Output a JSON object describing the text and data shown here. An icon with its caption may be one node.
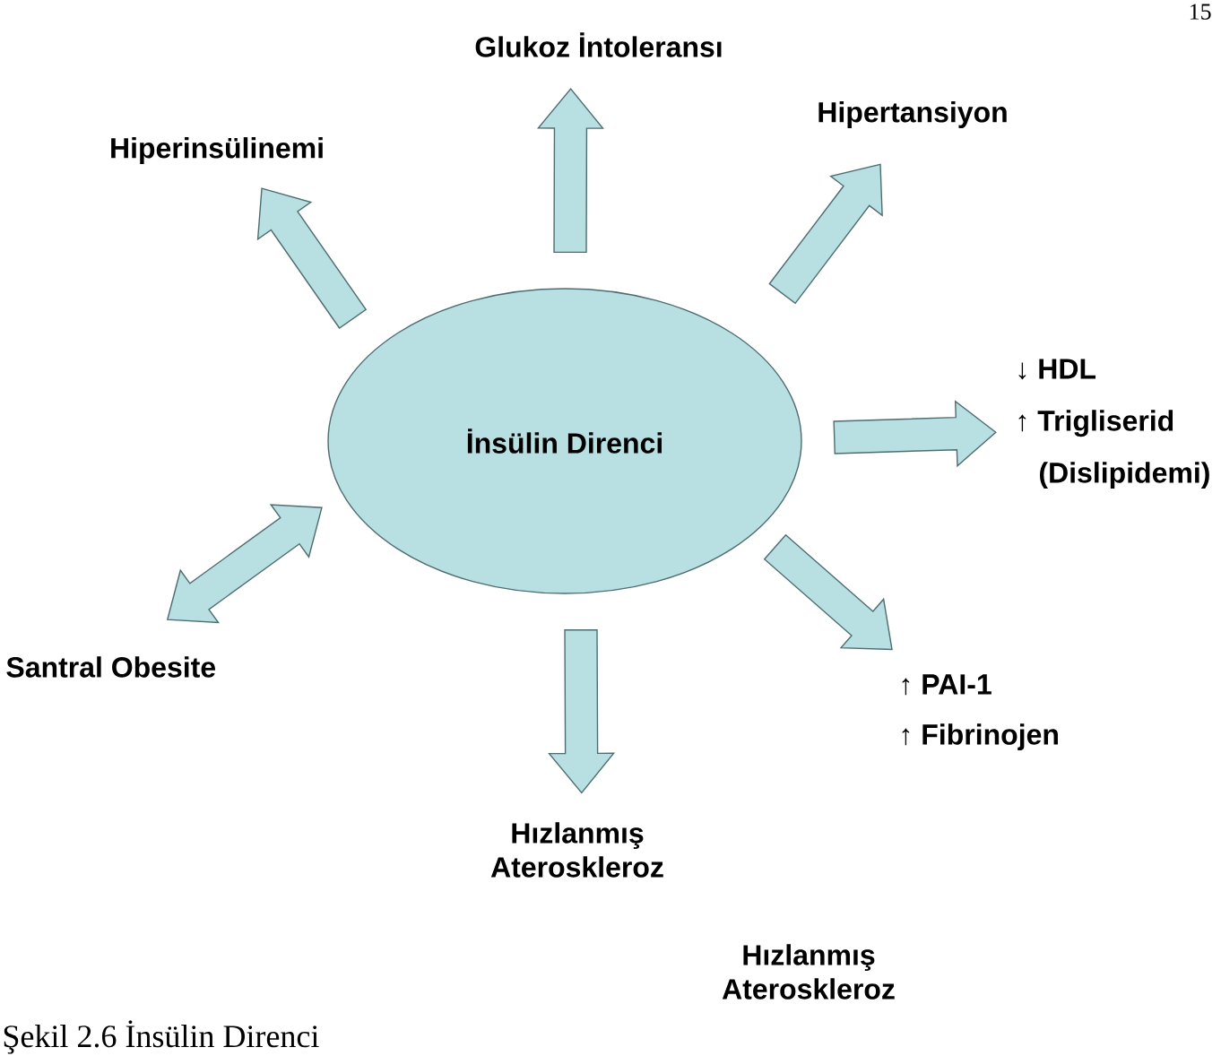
{
  "diagram": {
    "caption": "Şekil 2.6 İnsülin Direnci",
    "nodes": [
      {
        "text": [
          "İnsülin Direnci"
        ]
      },
      {
        "text": [
          "Hiperinsülinemi"
        ]
      },
      {
        "text": [
          "Glukoz İntoleransı"
        ]
      },
      {
        "text": [
          "Hipertansiyon"
        ]
      },
      {
        "text": [
          "↓ HDL",
          "↑ Trigliserid",
          "(Dislipidemi)"
        ]
      },
      {
        "text": [
          "↑ PAI-1",
          "↑ Fibrinojen"
        ]
      },
      {
        "text": [
          "Hızlanmış Ateroskleroz"
        ]
      },
      {
        "text": [
          "Santral Obesite"
        ]
      }
    ],
    "edges": [
      {
        "from": 0,
        "to": 1,
        "arrow": "to"
      },
      {
        "from": 0,
        "to": 2,
        "arrow": "to"
      },
      {
        "from": 0,
        "to": 3,
        "arrow": "to"
      },
      {
        "from": 0,
        "to": 4,
        "arrow": "to"
      },
      {
        "from": 0,
        "to": 5,
        "arrow": "to"
      },
      {
        "from": 0,
        "to": 6,
        "arrow": "to"
      },
      {
        "from": 0,
        "to": 7,
        "arrow": "both"
      }
    ],
    "labels": [
      "15",
      "Hızlanmış Ateroskleroz"
    ]
  }
}
